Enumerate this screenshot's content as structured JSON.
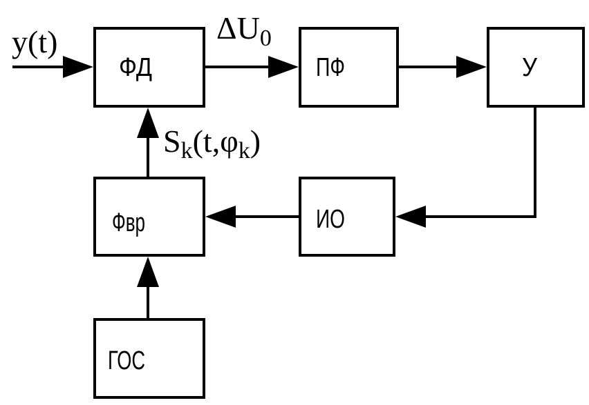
{
  "blocks": {
    "fd": {
      "label": "ФД"
    },
    "pf": {
      "label": "ПФ"
    },
    "u": {
      "label": "У"
    },
    "io": {
      "label": "ИО"
    },
    "fvr": {
      "label": "Фвр"
    },
    "gos": {
      "label": "ГОС"
    }
  },
  "signals": {
    "input": {
      "text": "y(t)"
    },
    "error": {
      "main": "ΔU",
      "sub": "0"
    },
    "reference": {
      "main": "S",
      "sub1": "k",
      "mid": "(t,φ",
      "sub2": "k",
      "tail": ")"
    }
  }
}
